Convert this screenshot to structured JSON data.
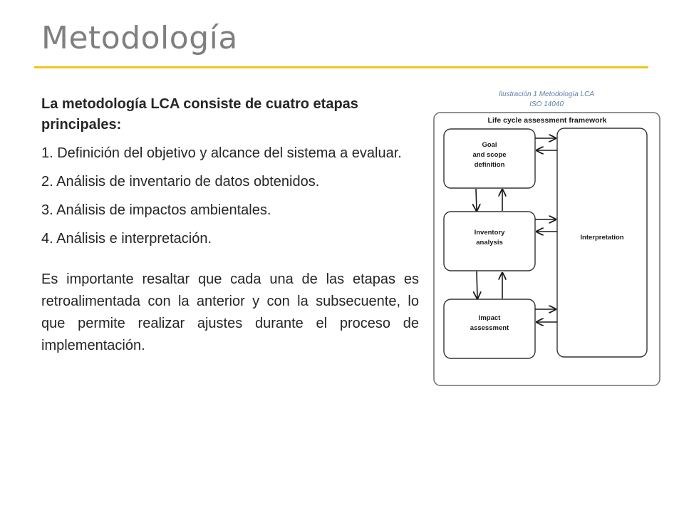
{
  "slide": {
    "title": "Metodología",
    "accent_color": "#f0c419"
  },
  "content": {
    "lead": "La metodología LCA consiste de cuatro etapas principales:",
    "steps": [
      "1. Definición del objetivo y alcance del sistema a evaluar.",
      "2. Análisis de inventario de datos obtenidos.",
      "3. Análisis de impactos ambientales.",
      "4. Análisis e interpretación."
    ],
    "paragraph": "Es importante resaltar que cada una de las etapas es retroalimentada con la anterior y con la subsecuente, lo que permite realizar ajustes durante el proceso de implementación."
  },
  "figure": {
    "caption_line1": "Ilustración 1 Metodología LCA",
    "caption_line2": "ISO 14040",
    "frame_title": "Life cycle assessment framework",
    "boxes": {
      "goal": [
        "Goal",
        "and scope",
        "definition"
      ],
      "inventory": [
        "Inventory",
        "analysis"
      ],
      "impact": [
        "Impact",
        "assessment"
      ],
      "interpretation": [
        "Interpretation"
      ]
    }
  }
}
